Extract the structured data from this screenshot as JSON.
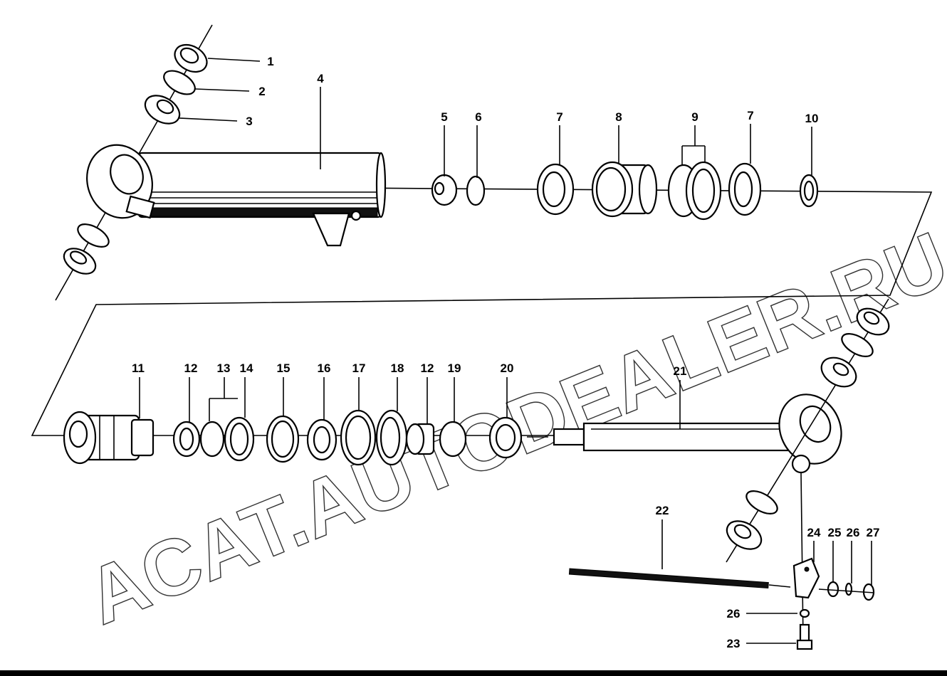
{
  "diagram": {
    "watermark": "ACAT.AUTODEALER.RU",
    "labels": {
      "l1": "1",
      "l2": "2",
      "l3": "3",
      "l4": "4",
      "l5": "5",
      "l6": "6",
      "l7a": "7",
      "l8": "8",
      "l9": "9",
      "l7b": "7",
      "l10": "10",
      "l11": "11",
      "l12a": "12",
      "l13": "13",
      "l14": "14",
      "l15": "15",
      "l16": "16",
      "l17": "17",
      "l18": "18",
      "l12b": "12",
      "l19": "19",
      "l20": "20",
      "l21": "21",
      "l22": "22",
      "l23": "23",
      "l24": "24",
      "l25": "25",
      "l26a": "26",
      "l26b": "26",
      "l27": "27"
    }
  }
}
